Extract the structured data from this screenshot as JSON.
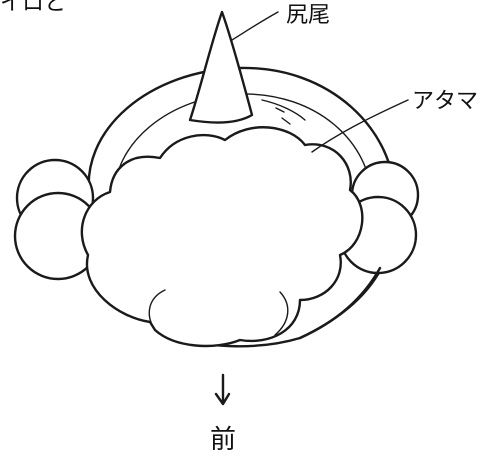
{
  "labels": {
    "top_left_fragment": "イロと",
    "tail": "尻尾",
    "head": "アタマ",
    "front": "前"
  },
  "colors": {
    "ink": "#1a1a1a",
    "paper": "#ffffff"
  }
}
